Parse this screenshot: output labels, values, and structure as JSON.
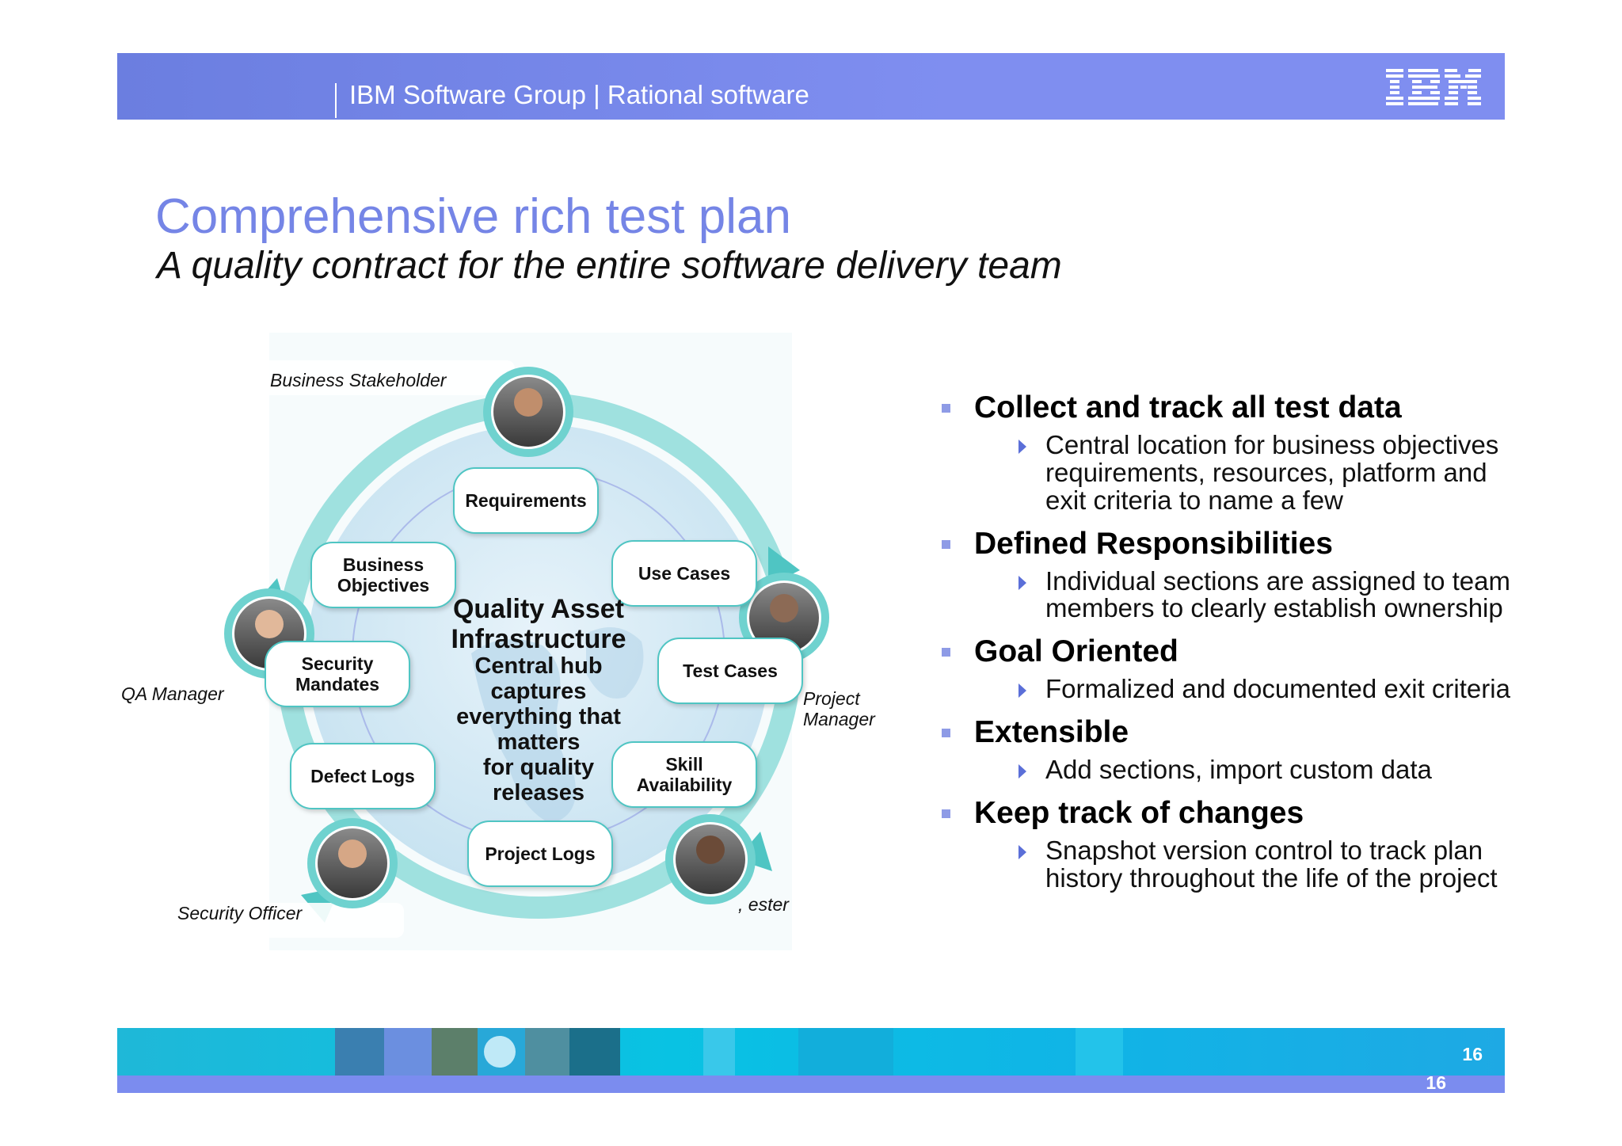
{
  "header": {
    "text": "IBM Software Group | Rational software",
    "logo": "IBM"
  },
  "title": "Comprehensive rich test plan",
  "subtitle": "A quality contract for the entire software delivery team",
  "diagram": {
    "roles": {
      "business_stakeholder": "Business Stakeholder",
      "qa_manager": "QA Manager",
      "project_manager_line1": "Project",
      "project_manager_line2": "Manager",
      "security_officer": "Security Officer",
      "tester": ", ester"
    },
    "nodes": {
      "requirements": "Requirements",
      "business_objectives_line1": "Business",
      "business_objectives_line2": "Objectives",
      "use_cases": "Use Cases",
      "security_mandates_line1": "Security",
      "security_mandates_line2": "Mandates",
      "test_cases": "Test Cases",
      "defect_logs": "Defect Logs",
      "skill_availability_line1": "Skill",
      "skill_availability_line2": "Availability",
      "project_logs": "Project Logs"
    },
    "center": {
      "title_line1": "Quality Asset",
      "title_line2": "Infrastructure",
      "body_line1": "Central hub",
      "body_line2": "captures",
      "body_line3": "everything that",
      "body_line4": "matters",
      "body_line5": "for quality",
      "body_line6": "releases"
    },
    "colors": {
      "ring": "#7fd8d6",
      "node_border": "#4fc5c3",
      "globe": "#cfe8f4"
    }
  },
  "bullets": [
    {
      "title": "Collect and track all test data",
      "sub": [
        "Central location for business objectives",
        "requirements, resources, platform and",
        "exit criteria to name a few"
      ]
    },
    {
      "title": "Defined Responsibilities",
      "sub": [
        "Individual sections are assigned to team",
        "members to clearly establish ownership"
      ]
    },
    {
      "title": "Goal Oriented",
      "sub": [
        "Formalized and documented exit criteria"
      ]
    },
    {
      "title": "Extensible",
      "sub": [
        "Add sections, import custom data"
      ]
    },
    {
      "title": "Keep track of changes",
      "sub": [
        "Snapshot version control to track plan",
        "history throughout the life of the project"
      ]
    }
  ],
  "footer": {
    "page_number": "16",
    "page_number_repeat": "16"
  },
  "colors": {
    "header": "#7f8ef0",
    "title": "#7585e6",
    "footer": "#09c2e3",
    "footer_strip": "#7b8cef",
    "bullet_square": "#8e9be6",
    "bullet_arrow": "#5b6fd8"
  }
}
